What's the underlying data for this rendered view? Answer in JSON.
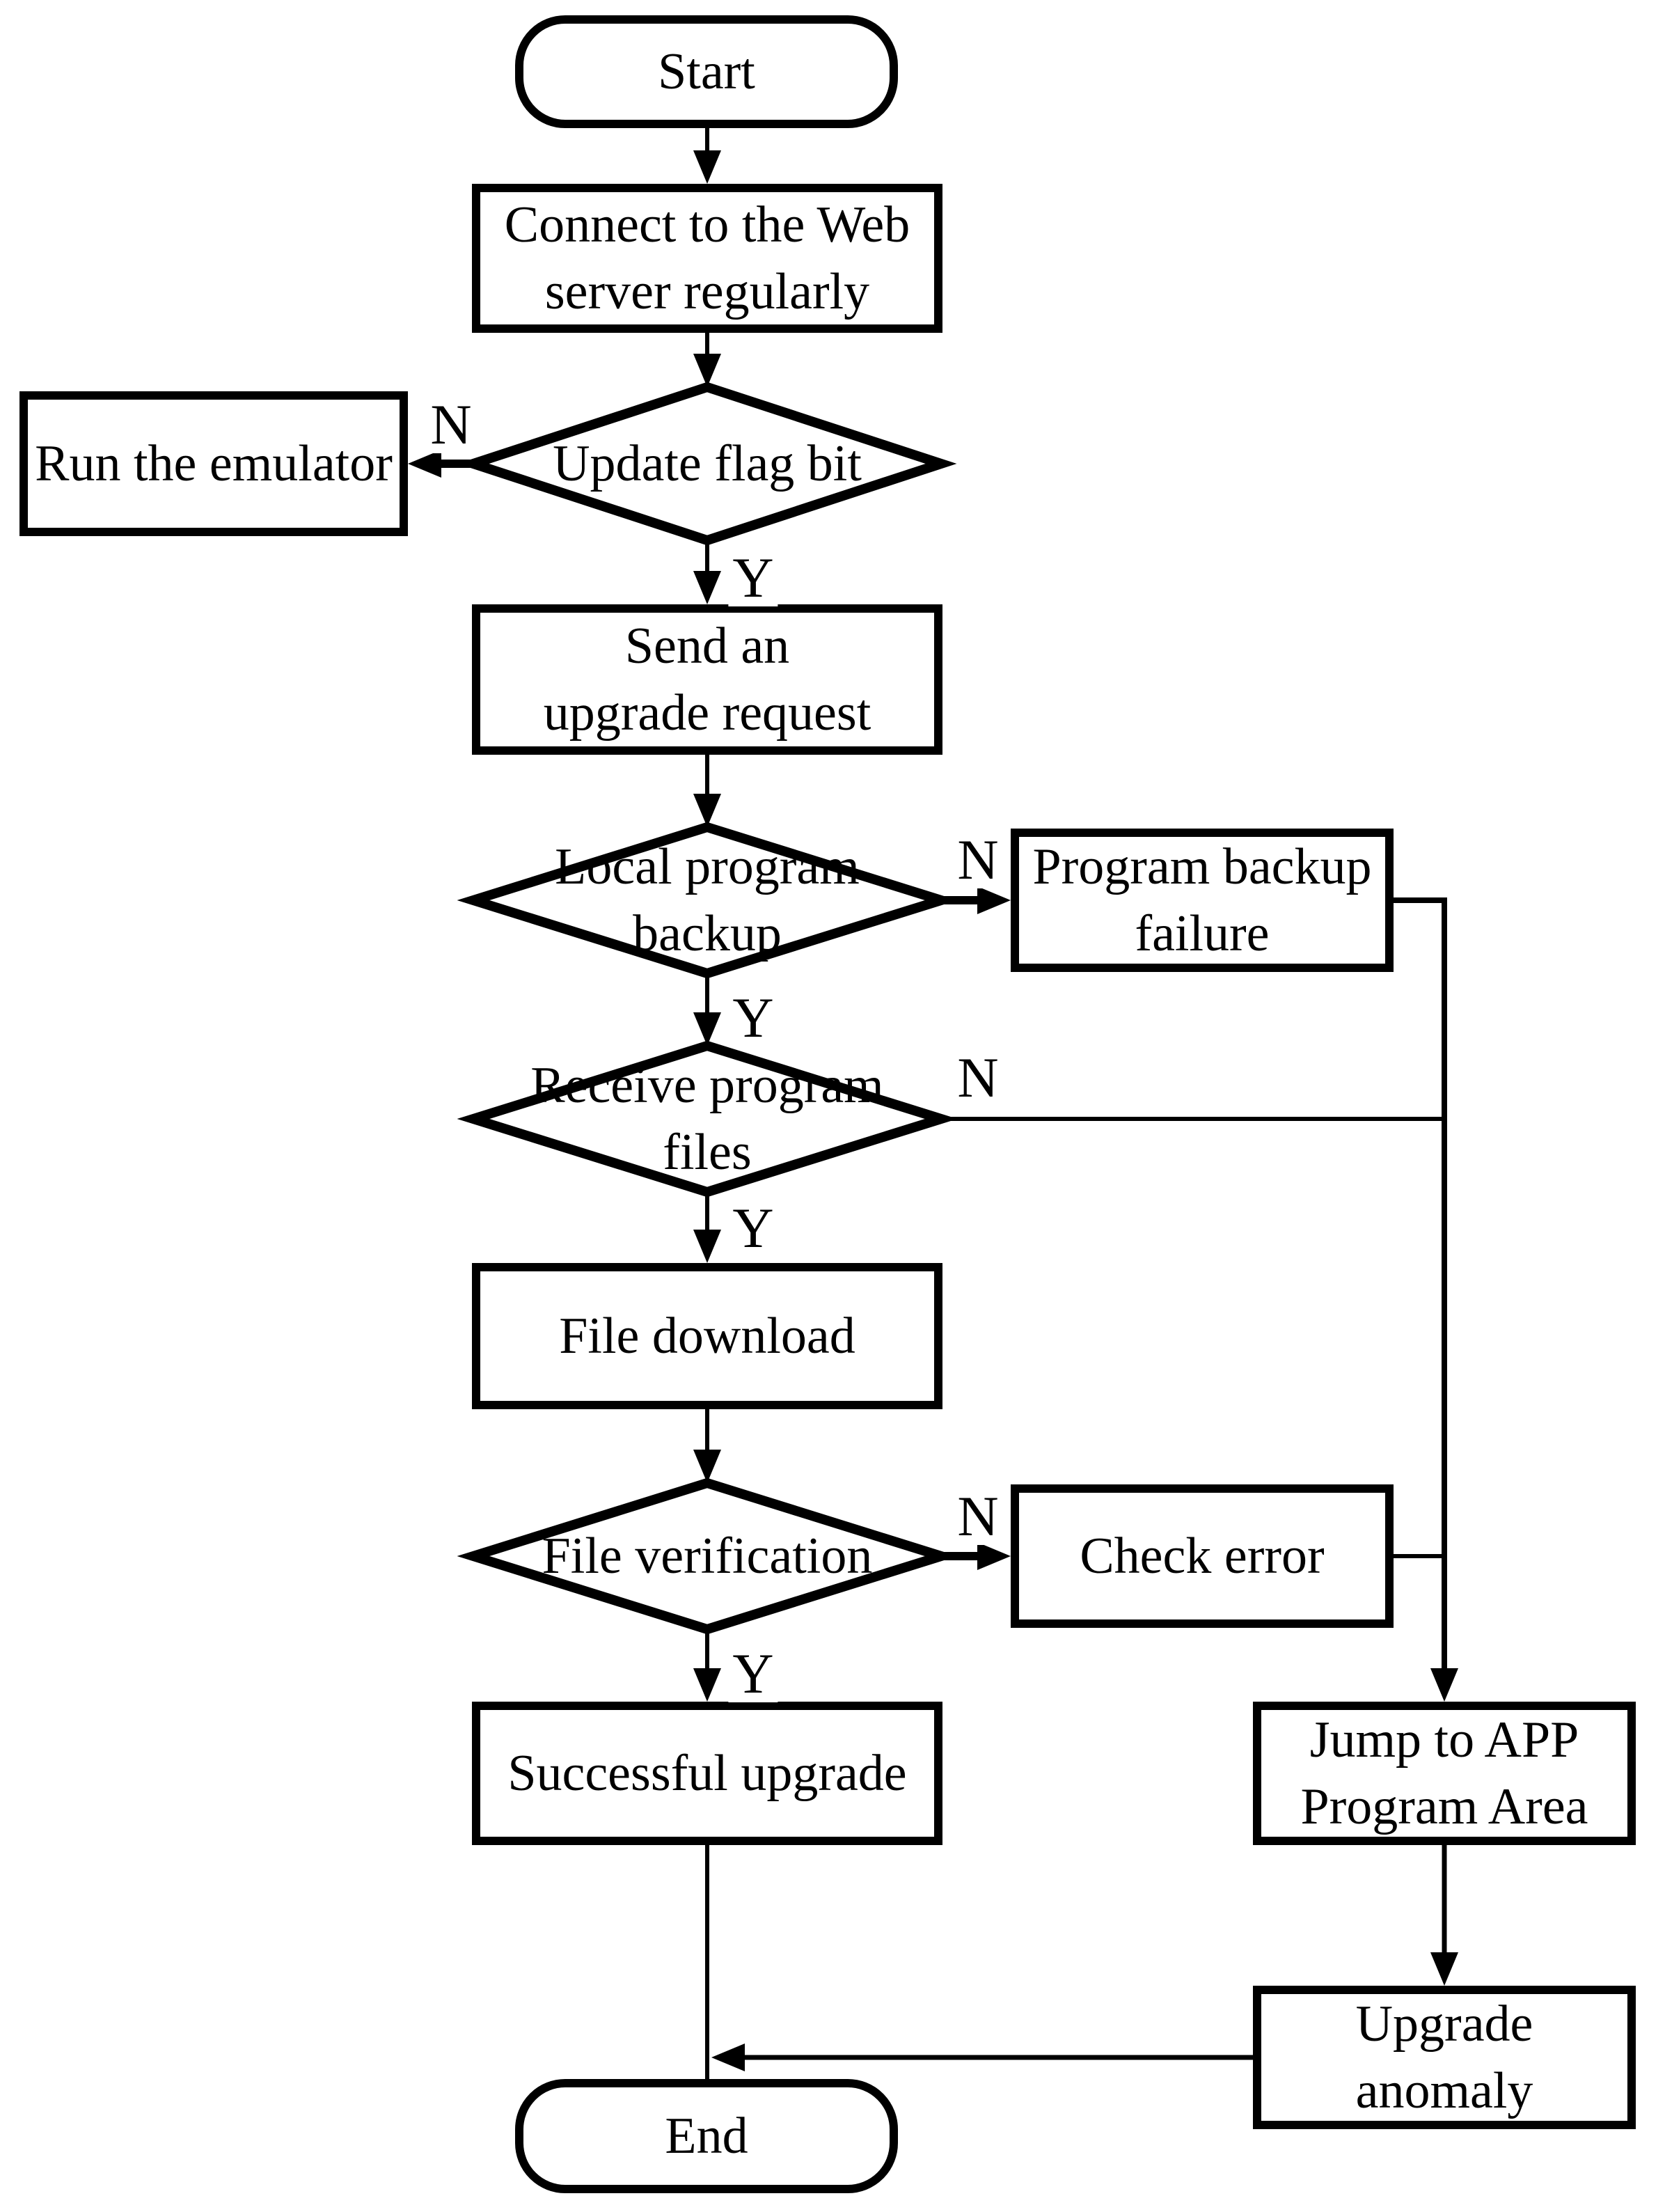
{
  "diagram": {
    "type": "flowchart",
    "background": "#ffffff",
    "line_color": "#000000",
    "node_fill": "#ffffff",
    "nodes": {
      "start": {
        "shape": "terminator",
        "label": "Start"
      },
      "connect_server": {
        "shape": "process",
        "label": "Connect to the Web\nserver regularly"
      },
      "update_flag": {
        "shape": "decision",
        "label": "Update flag bit"
      },
      "run_emulator": {
        "shape": "process",
        "label": "Run the emulator"
      },
      "send_request": {
        "shape": "process",
        "label": "Send an\nupgrade request"
      },
      "local_backup": {
        "shape": "decision",
        "label": "Local program\nbackup"
      },
      "backup_failure": {
        "shape": "process",
        "label": "Program backup\nfailure"
      },
      "receive_files": {
        "shape": "decision",
        "label": "Receive program\nfiles"
      },
      "file_download": {
        "shape": "process",
        "label": "File download"
      },
      "file_verification": {
        "shape": "decision",
        "label": "File verification"
      },
      "check_error": {
        "shape": "process",
        "label": "Check error"
      },
      "successful_upgrade": {
        "shape": "process",
        "label": "Successful upgrade"
      },
      "jump_app": {
        "shape": "process",
        "label": "Jump to APP\nProgram Area"
      },
      "upgrade_anomaly": {
        "shape": "process",
        "label": "Upgrade anomaly"
      },
      "end": {
        "shape": "terminator",
        "label": "End"
      }
    },
    "edges": [
      {
        "from": "start",
        "to": "connect_server",
        "label": ""
      },
      {
        "from": "connect_server",
        "to": "update_flag",
        "label": ""
      },
      {
        "from": "update_flag",
        "to": "run_emulator",
        "label": "N"
      },
      {
        "from": "update_flag",
        "to": "send_request",
        "label": "Y"
      },
      {
        "from": "send_request",
        "to": "local_backup",
        "label": ""
      },
      {
        "from": "local_backup",
        "to": "backup_failure",
        "label": "N"
      },
      {
        "from": "local_backup",
        "to": "receive_files",
        "label": "Y"
      },
      {
        "from": "backup_failure",
        "to": "jump_app",
        "label": ""
      },
      {
        "from": "receive_files",
        "to": "jump_app",
        "label": "N"
      },
      {
        "from": "receive_files",
        "to": "file_download",
        "label": "Y"
      },
      {
        "from": "file_download",
        "to": "file_verification",
        "label": ""
      },
      {
        "from": "file_verification",
        "to": "check_error",
        "label": "N"
      },
      {
        "from": "check_error",
        "to": "jump_app",
        "label": ""
      },
      {
        "from": "file_verification",
        "to": "successful_upgrade",
        "label": "Y"
      },
      {
        "from": "successful_upgrade",
        "to": "end",
        "label": ""
      },
      {
        "from": "jump_app",
        "to": "upgrade_anomaly",
        "label": ""
      },
      {
        "from": "upgrade_anomaly",
        "to": "end",
        "label": ""
      }
    ]
  }
}
